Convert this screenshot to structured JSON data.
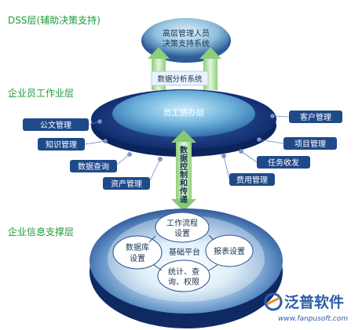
{
  "layers": {
    "dss": "DSS层(辅助决策支持)",
    "work": "企业员工作业层",
    "info": "企业信息支撑层"
  },
  "top": {
    "line1": "高层管理人员",
    "line2": "决策支持系统"
  },
  "analysis": "数据分析系统",
  "collab": "员工协办层",
  "transport": [
    "数",
    "据",
    "控",
    "制",
    "和",
    "传",
    "递"
  ],
  "left_nodes": [
    "公文管理",
    "知识管理",
    "数据查询",
    "资产管理"
  ],
  "right_nodes": [
    "客户管理",
    "项目管理",
    "任务收发",
    "费用管理"
  ],
  "bottom": {
    "center": "基础平台",
    "workflow_1": "工作流程",
    "workflow_2": "设置",
    "db_1": "数据库",
    "db_2": "设置",
    "report": "报表设置",
    "stats_1": "统计、查",
    "stats_2": "询、权限"
  },
  "logo": {
    "text": "泛普软件",
    "url": "www.fanpusoft.com"
  },
  "colors": {
    "label_green": "#1e9a3a",
    "node_blue": "#1f4a8a",
    "disc_dark": "#0f2a63"
  }
}
